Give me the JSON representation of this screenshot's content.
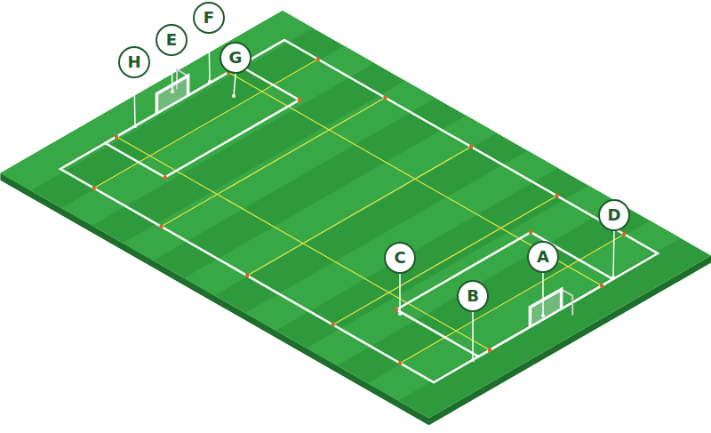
{
  "diagram": {
    "labels": [
      "H",
      "E",
      "F",
      "G",
      "C",
      "B",
      "A",
      "D"
    ]
  }
}
